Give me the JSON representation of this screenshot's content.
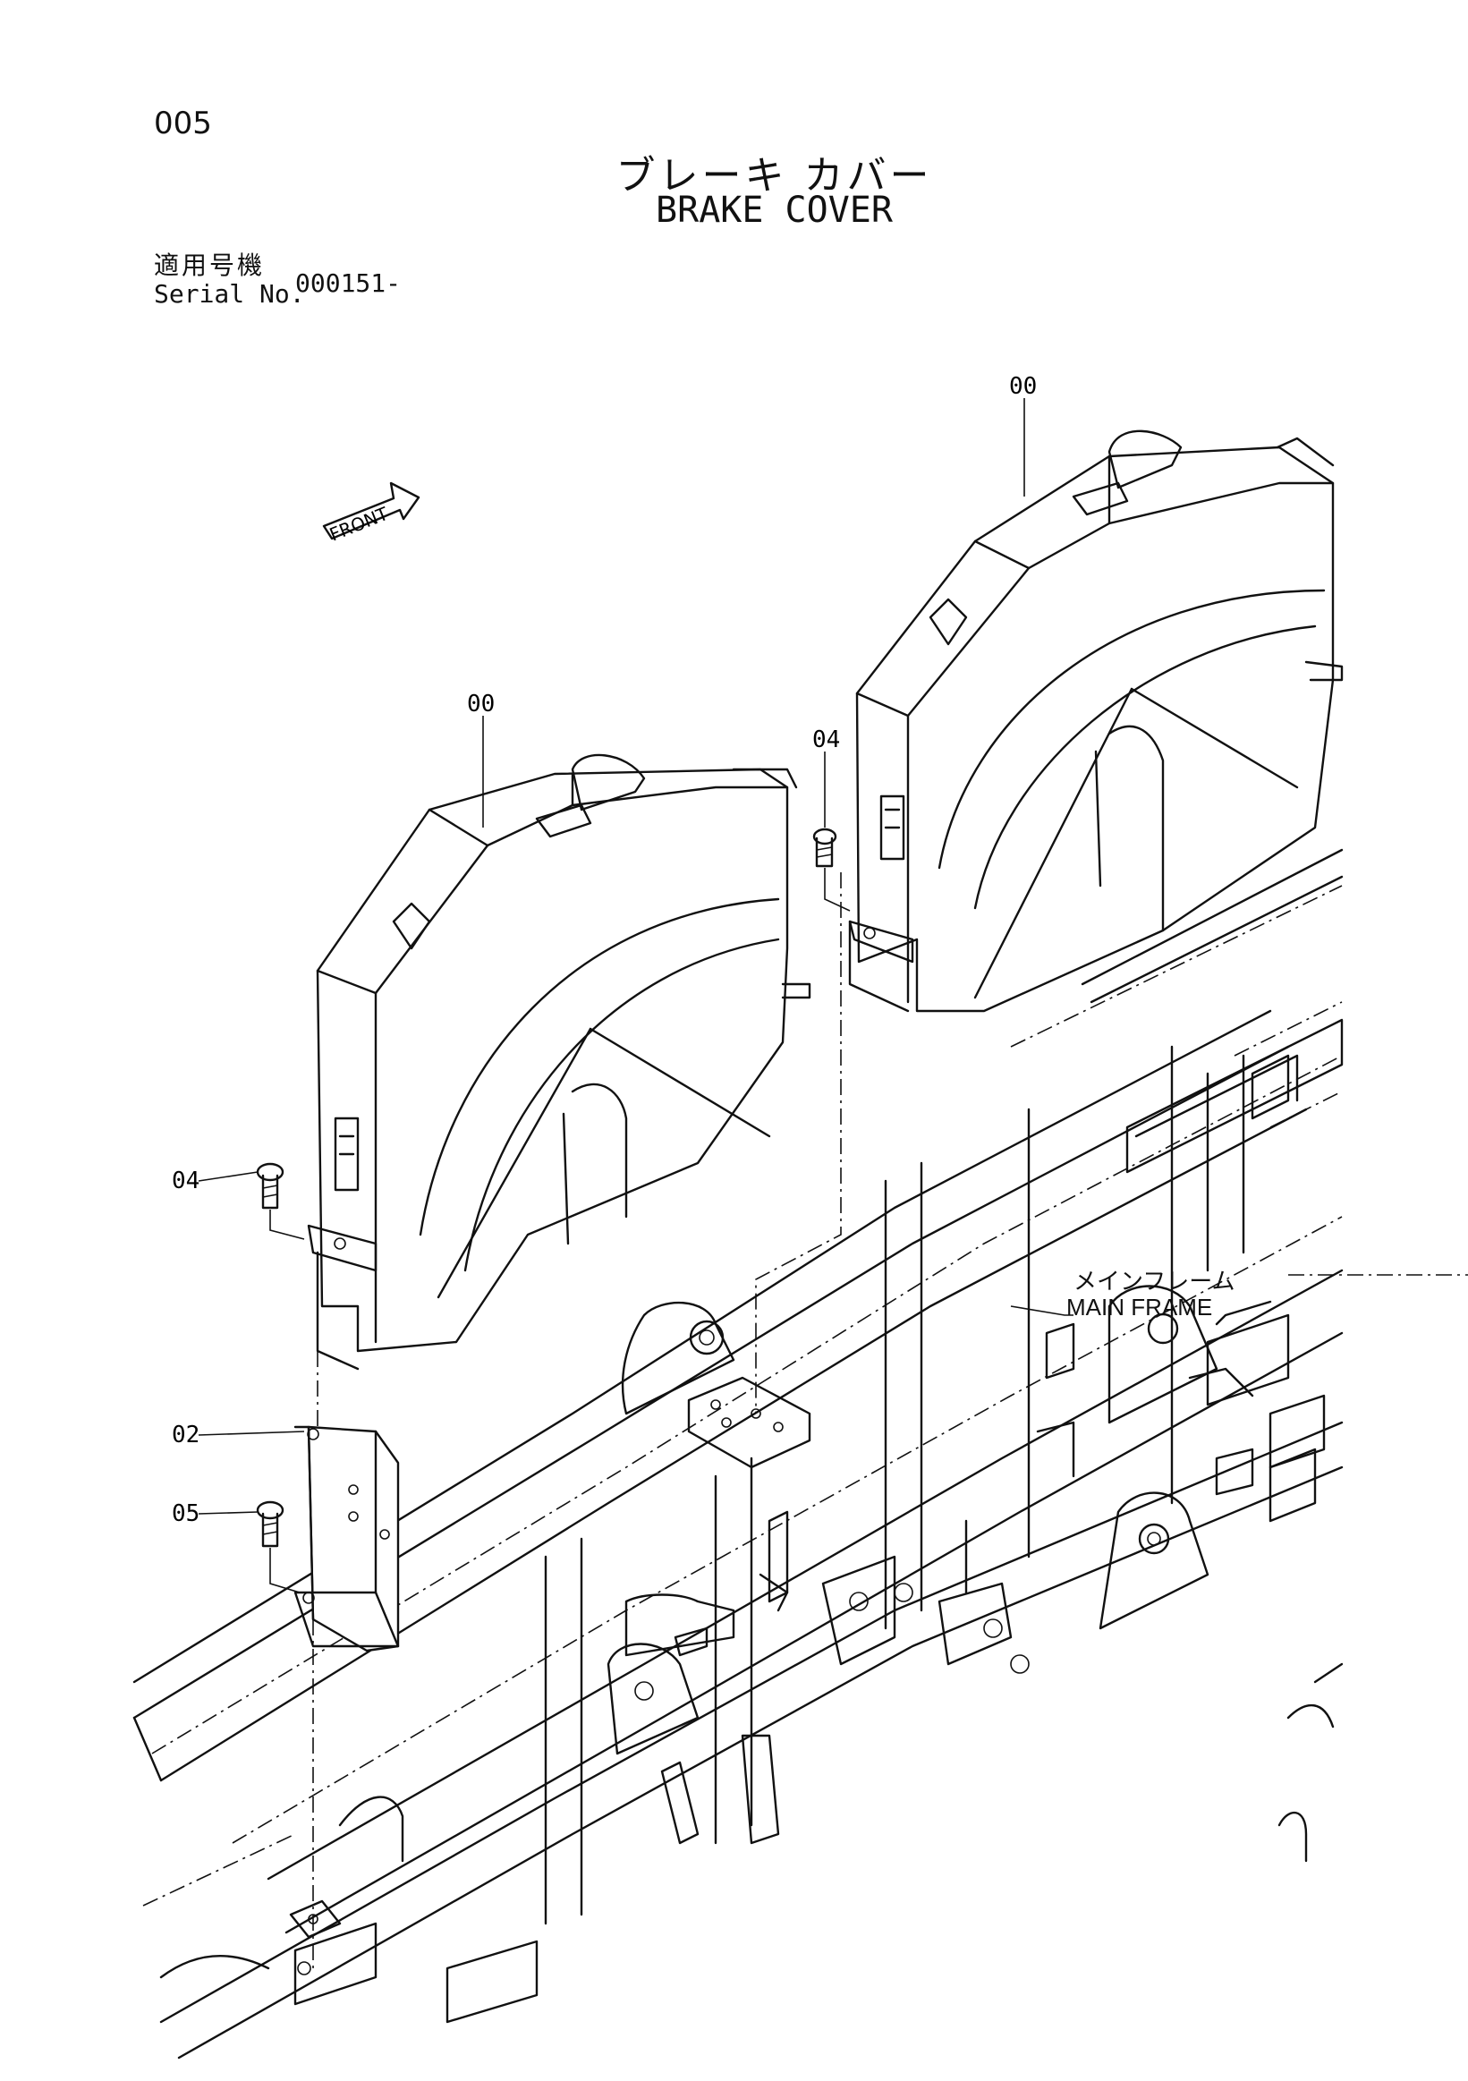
{
  "page_number": "005",
  "title": {
    "japanese": "ブレーキ カバー",
    "english": "BRAKE COVER"
  },
  "serial": {
    "label_japanese": "適用号機",
    "label_english": "Serial No.",
    "value": "000151-"
  },
  "front_marker": "FRONT",
  "callouts": {
    "cover_right": "00",
    "cover_left": "00",
    "bolt_right": "04",
    "bolt_left": "04",
    "bracket": "02",
    "bracket_bolt": "05"
  },
  "main_frame": {
    "label_japanese": "メインフレーム",
    "label_english": "MAIN FRAME"
  }
}
